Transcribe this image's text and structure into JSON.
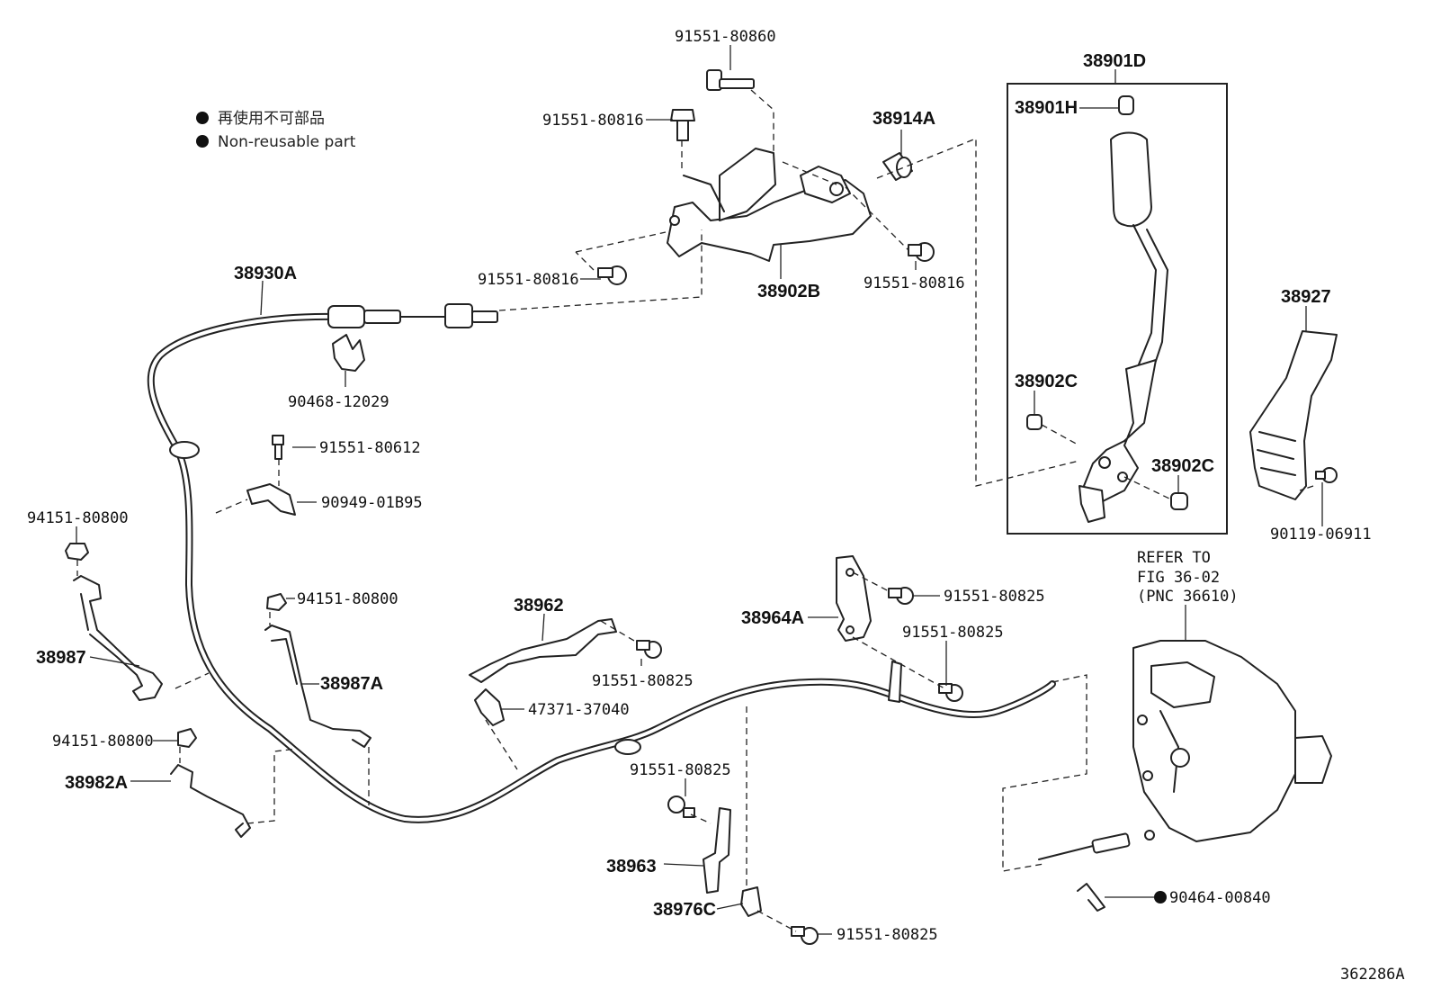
{
  "legend": {
    "items": [
      {
        "icon": "filled-circle",
        "text": "再使用不可部品"
      },
      {
        "icon": "filled-circle",
        "text": "Non-reusable part"
      }
    ]
  },
  "callouts": {
    "b_91551_80860": "91551-80860",
    "b_91551_80816_top": "91551-80816",
    "b_38914A": "38914A",
    "b_38901D": "38901D",
    "b_38901H": "38901H",
    "b_91551_80816_left": "91551-80816",
    "b_91551_80816_right": "91551-80816",
    "b_38902B": "38902B",
    "b_38930A": "38930A",
    "b_38927": "38927",
    "b_90468_12029": "90468-12029",
    "b_38902C_a": "38902C",
    "b_91551_80612": "91551-80612",
    "b_38902C_b": "38902C",
    "b_90949_01B95": "90949-01B95",
    "b_94151_80800_a": "94151-80800",
    "b_90119_06911": "90119-06911",
    "b_refer": "REFER TO",
    "b_fig": "FIG 36-02",
    "b_pnc": "(PNC 36610)",
    "b_91551_80825_a": "91551-80825",
    "b_94151_80800_b": "94151-80800",
    "b_38962": "38962",
    "b_38964A": "38964A",
    "b_91551_80825_b": "91551-80825",
    "b_38987": "38987",
    "b_91551_80825_c": "91551-80825",
    "b_38987A": "38987A",
    "b_47371_37040": "47371-37040",
    "b_94151_80800_c": "94151-80800",
    "b_91551_80825_d": "91551-80825",
    "b_38982A": "38982A",
    "b_38963": "38963",
    "b_90464_00840": "90464-00840",
    "b_38976C": "38976C",
    "b_91551_80825_e": "91551-80825",
    "b_figno": "362286A"
  }
}
